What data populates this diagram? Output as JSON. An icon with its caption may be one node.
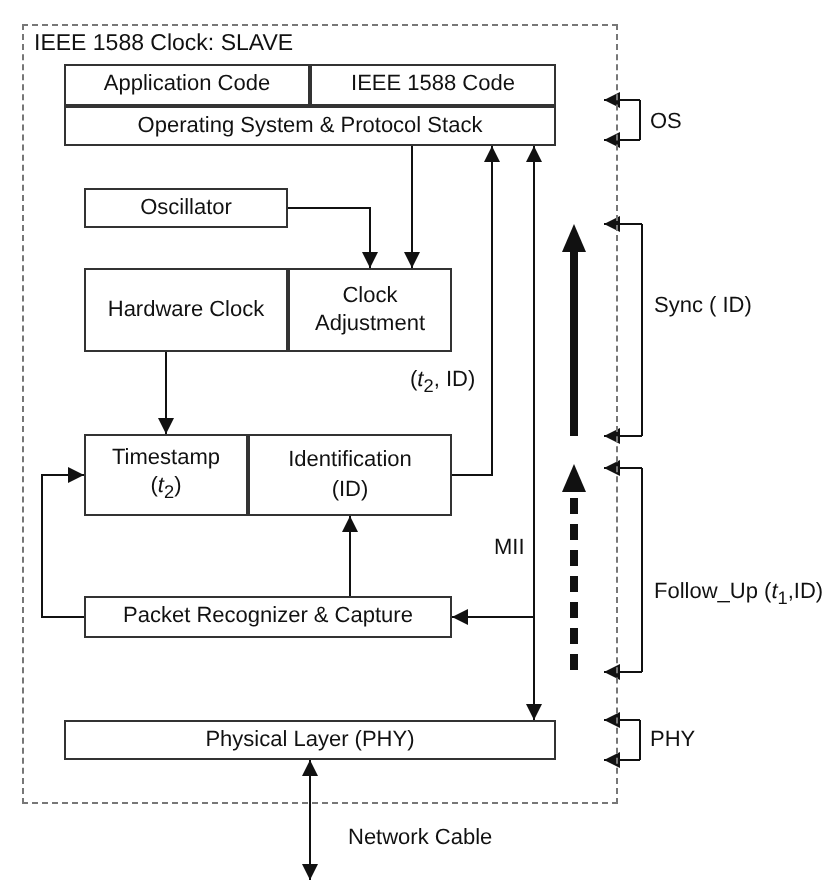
{
  "diagram": {
    "nodes": [
      {
        "text": [
          "IEEE 1588 Clock: SLAVE"
        ]
      },
      {
        "text": [
          "Application Code"
        ],
        "in": 0
      },
      {
        "text": [
          "IEEE 1588 Code"
        ],
        "in": 0
      },
      {
        "text": [
          "Operating System & Protocol Stack"
        ],
        "in": 0
      },
      {
        "text": [
          "Oscillator"
        ],
        "in": 0
      },
      {
        "text": [
          "Hardware Clock"
        ],
        "in": 0
      },
      {
        "text": [
          "Clock Adjustment"
        ],
        "in": 0
      },
      {
        "text": [
          "Timestamp (*t*$_{2}$)"
        ],
        "in": 0
      },
      {
        "text": [
          "Identification (ID)"
        ],
        "in": 0
      },
      {
        "text": [
          "Packet Recognizer & Capture"
        ],
        "in": 0
      },
      {
        "text": [
          "Physical Layer (PHY)"
        ],
        "in": 0
      }
    ],
    "edges": [
      {
        "from": 4,
        "to": 6,
        "arrow": "to"
      },
      {
        "from": 3,
        "to": 6,
        "arrow": "to"
      },
      {
        "from": 5,
        "to": 7,
        "arrow": "to"
      },
      {
        "from": 8,
        "to": 3,
        "arrow": "to",
        "label": "(*t*$_{2}$, ID)"
      },
      {
        "from": 9,
        "to": 8,
        "arrow": "to"
      },
      {
        "from": 9,
        "to": 7,
        "arrow": "to"
      },
      {
        "from": 10,
        "to": 3,
        "arrow": "both",
        "label": "MII"
      },
      {
        "from": 10,
        "to": 9,
        "arrow": "to"
      },
      {
        "from": 10,
        "to": null,
        "arrow": "both",
        "label": "Network Cable"
      }
    ],
    "labels": [
      "OS",
      "Sync ( ID)",
      "Follow_Up (*t*$_{1}$,ID)",
      "PHY"
    ]
  }
}
